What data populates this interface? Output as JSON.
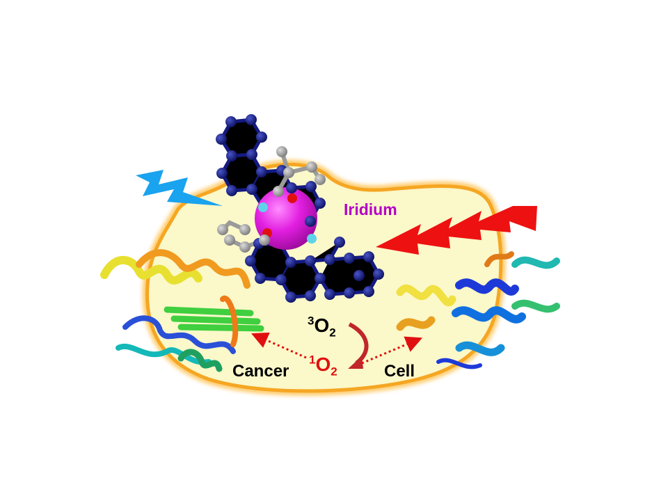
{
  "labels": {
    "metal": "Iridium",
    "cell_left": "Cancer",
    "cell_right": "Cell",
    "triplet_oxygen": {
      "superscript": "3",
      "base": "O",
      "subscript": "2"
    },
    "singlet_oxygen": {
      "superscript": "1",
      "base": "O",
      "subscript": "2"
    }
  },
  "colors": {
    "cell_fill": "#fbf8c9",
    "cell_border": "#f5a623",
    "metal": "#d21fd2",
    "metal_label": "#b400c8",
    "ring_atoms": "#141a80",
    "nitrogen": "#5fd3e8",
    "oxygen": "#e01010",
    "carbon_ligand": "#9a9a9a",
    "singlet_oxygen": "#e01010",
    "blue_light": "#1aa3ee",
    "red_light": "#ee1111",
    "cycle_arrow": "#c0262a"
  },
  "icons": [
    "blue-lightning-icon",
    "red-lightning-icon",
    "protein-ribbon-icon"
  ]
}
